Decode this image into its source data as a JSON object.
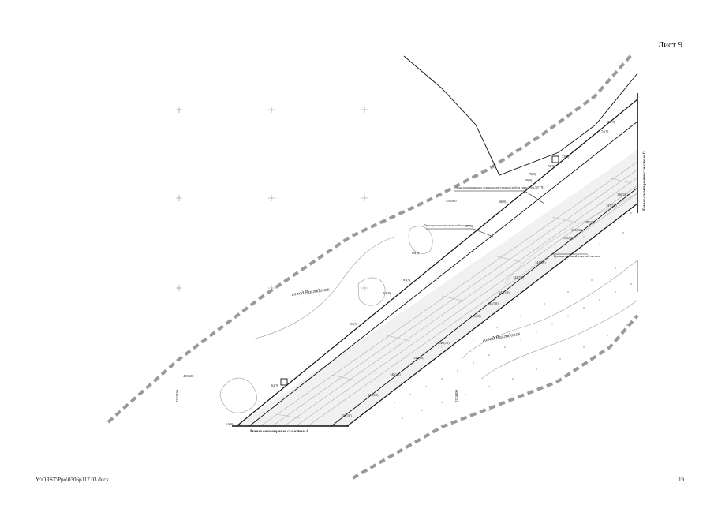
{
  "header": {
    "sheet_label": "Лист 9"
  },
  "footer": {
    "file_path": "Y:\\ORST\\Ppo\\0306p117.03.docx",
    "page_number": "19"
  },
  "map": {
    "city_label_left": "город Волгодонск",
    "city_label_right": "город Волгодонск",
    "joint_line_bottom": "Линия совмещения с листом 8",
    "joint_line_right": "Линия совмещения с листом 11",
    "callout_cable_zone": "Зона минимальных и охранных расстояний кабеля связи/Учт.367 (Ч)",
    "callout_boundary_a": "Граница охранной зоны кабеля связи",
    "callout_boundary_b": "Граница охранной зоны кабеля связи",
    "grid_label_1": "458500",
    "grid_label_2": "458600",
    "grid_label_3": "2224050",
    "grid_label_4": "2224400",
    "picket_labels": [
      "61(9)",
      "62(9)",
      "63(9)",
      "64(9)",
      "65(9)",
      "66(9)",
      "67(9)",
      "68(9)",
      "69(9)",
      "70(9)",
      "72(9)",
      "73(9)",
      "74(9)",
      "76(9)",
      "136(10)",
      "137(10)",
      "138(10)",
      "139(10)",
      "140(10)",
      "141(10)",
      "142(10)",
      "143(10)",
      "144(10)",
      "145(10)",
      "146(10)",
      "147(10)",
      "148(10)",
      "149(10)",
      "150(10)"
    ]
  },
  "colors": {
    "line": "#111111",
    "dashed_boundary": "#9a9a9a",
    "hatch": "#b0b0b0"
  }
}
